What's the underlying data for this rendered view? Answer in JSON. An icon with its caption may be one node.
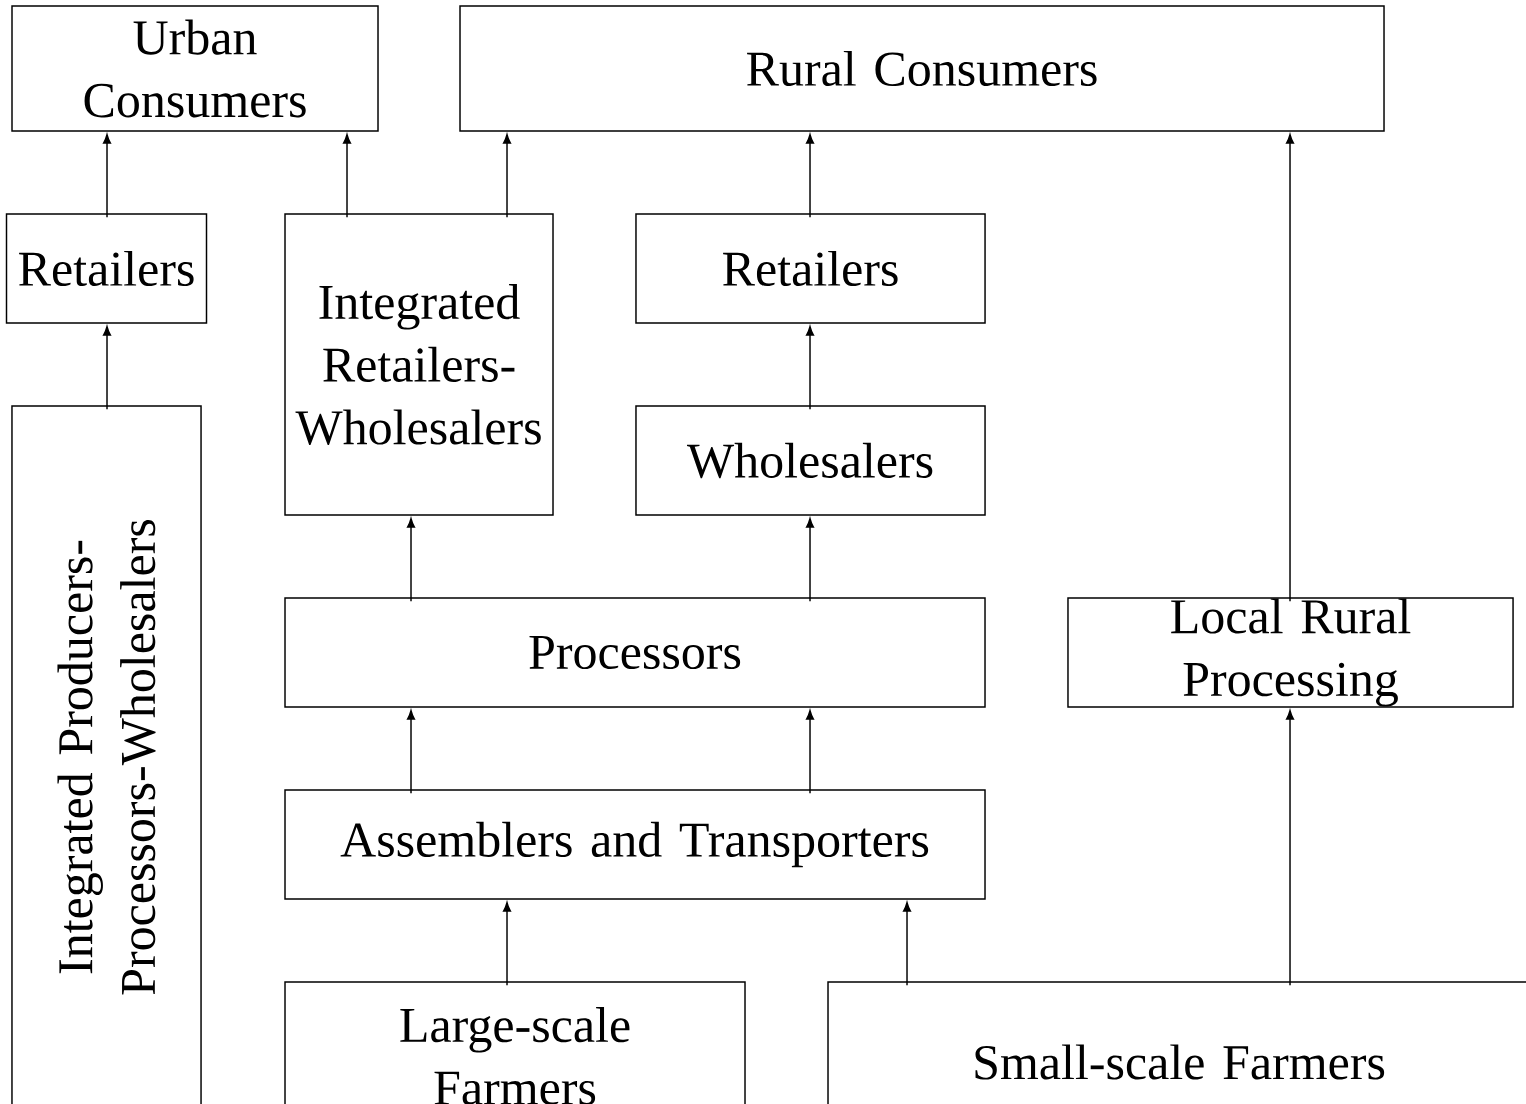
{
  "diagram": {
    "nodes": [
      {
        "text": [
          "Urban Consumers"
        ]
      },
      {
        "text": [
          "Rural Consumers"
        ]
      },
      {
        "text": [
          "Retailers"
        ]
      },
      {
        "text": [
          "Integrated Retailers-Wholesalers"
        ]
      },
      {
        "text": [
          "Retailers"
        ]
      },
      {
        "text": [
          "Integrated Producers-Processors-Wholesalers"
        ]
      },
      {
        "text": [
          "Wholesalers"
        ]
      },
      {
        "text": [
          "Processors"
        ]
      },
      {
        "text": [
          "Local Rural Processing"
        ]
      },
      {
        "text": [
          "Assemblers and Transporters"
        ]
      },
      {
        "text": [
          "Large-scale Farmers"
        ]
      },
      {
        "text": [
          "Small-scale Farmers"
        ]
      }
    ],
    "edges": [
      {
        "from": 2,
        "to": 0,
        "arrow": "to"
      },
      {
        "from": 3,
        "to": 0,
        "arrow": "to"
      },
      {
        "from": 3,
        "to": 1,
        "arrow": "to"
      },
      {
        "from": 4,
        "to": 1,
        "arrow": "to"
      },
      {
        "from": 8,
        "to": 1,
        "arrow": "to"
      },
      {
        "from": 5,
        "to": 2,
        "arrow": "to"
      },
      {
        "from": 6,
        "to": 4,
        "arrow": "to"
      },
      {
        "from": 7,
        "to": 3,
        "arrow": "to"
      },
      {
        "from": 7,
        "to": 6,
        "arrow": "to"
      },
      {
        "from": 9,
        "to": 7,
        "arrow": "to"
      },
      {
        "from": 9,
        "to": 7,
        "arrow": "to"
      },
      {
        "from": 10,
        "to": 9,
        "arrow": "to"
      },
      {
        "from": 11,
        "to": 9,
        "arrow": "to"
      },
      {
        "from": 11,
        "to": 8,
        "arrow": "to"
      }
    ]
  }
}
